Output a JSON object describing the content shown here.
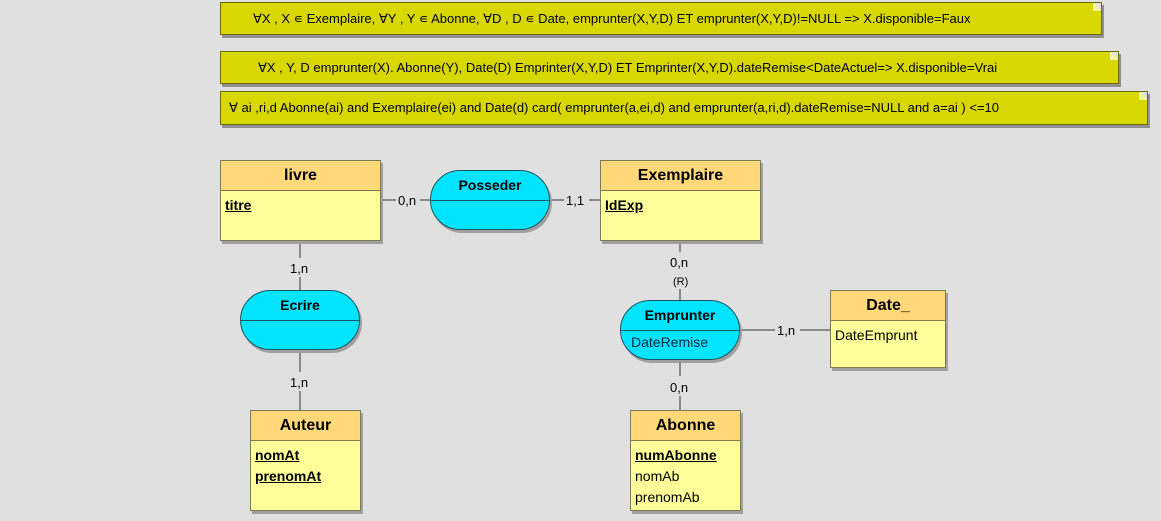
{
  "notes": [
    "∀X , X ∊ Exemplaire, ∀Y , Y ∊ Abonne, ∀D , D ∊ Date,  emprunter(X,Y,D) ET emprunter(X,Y,D)!=NULL => X.disponible=Faux",
    "∀X , Y, D emprunter(X). Abonne(Y), Date(D) Emprinter(X,Y,D) ET Emprinter(X,Y,D).dateRemise<DateActuel=> X.disponible=Vrai",
    "∀ ai ,ri,d Abonne(ai) and Exemplaire(ei) and Date(d) card( emprunter(a,ei,d) and emprunter(a,ri,d).dateRemise=NULL and a=ai ) <=10"
  ],
  "entities": {
    "livre": {
      "title": "livre",
      "keys": [
        "titre"
      ],
      "attrs": []
    },
    "exemplaire": {
      "title": "Exemplaire",
      "keys": [
        "IdExp"
      ],
      "attrs": []
    },
    "date": {
      "title": "Date_",
      "keys": [],
      "attrs": [
        "DateEmprunt"
      ]
    },
    "auteur": {
      "title": "Auteur",
      "keys": [
        "nomAt",
        "prenomAt"
      ],
      "attrs": []
    },
    "abonne": {
      "title": "Abonne",
      "keys": [
        "numAbonne"
      ],
      "attrs": [
        "nomAb",
        "prenomAb"
      ]
    }
  },
  "associations": {
    "posseder": {
      "title": "Posseder",
      "attrs": []
    },
    "ecrire": {
      "title": "Ecrire",
      "attrs": []
    },
    "emprunter": {
      "title": "Emprunter",
      "attrs": [
        "DateRemise"
      ]
    }
  },
  "cardinalities": {
    "livre_posseder": "0,n",
    "exemplaire_posseder": "1,1",
    "livre_ecrire": "1,n",
    "auteur_ecrire": "1,n",
    "exemplaire_emprunter": "0,n",
    "exemplaire_emprunter_role": "(R)",
    "date_emprunter": "1,n",
    "abonne_emprunter": "0,n"
  },
  "colors": {
    "background": "#e0e0e0",
    "note": "#d8d800",
    "entity_body": "#ffff99",
    "entity_header": "#ffd87a",
    "association": "#00e4ff"
  }
}
